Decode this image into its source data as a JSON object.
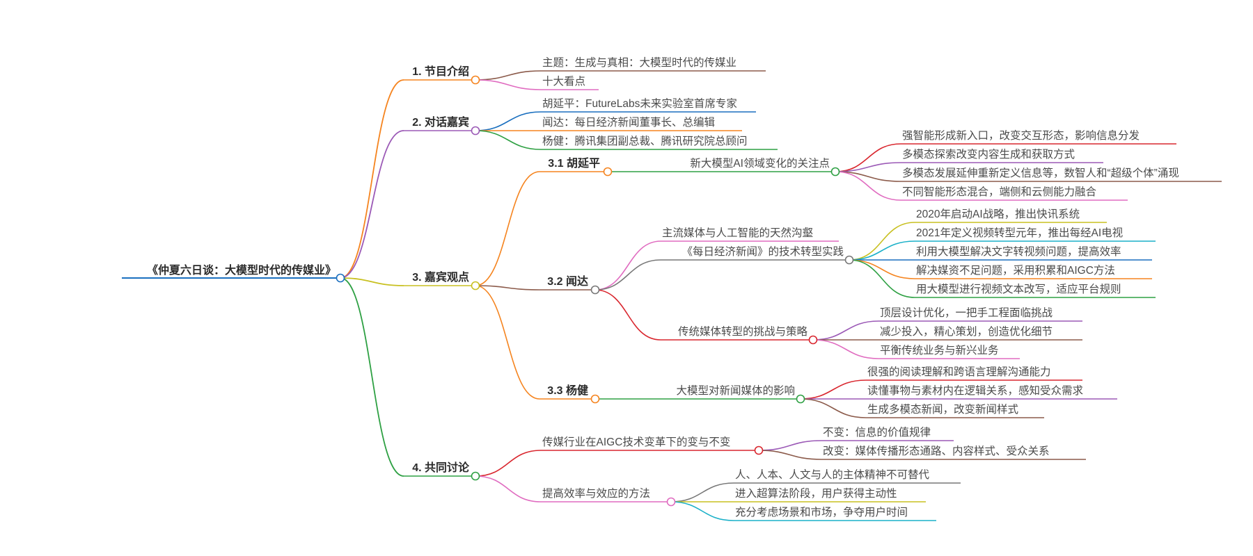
{
  "root": "《仲夏六日谈：大模型时代的传媒业》",
  "s1": {
    "title": "1. 节目介绍",
    "items": [
      "主题：生成与真相：大模型时代的传媒业",
      "十大看点"
    ]
  },
  "s2": {
    "title": "2. 对话嘉宾",
    "items": [
      "胡延平：FutureLabs未来实验室首席专家",
      "闻达：每日经济新闻董事长、总编辑",
      "杨健：腾讯集团副总裁、腾讯研究院总顾问"
    ]
  },
  "s3": {
    "title": "3. 嘉宾观点",
    "hu": {
      "title": "3.1 胡延平",
      "focus": "新大模型AI领域变化的关注点",
      "items": [
        "强智能形成新入口，改变交互形态，影响信息分发",
        "多模态探索改变内容生成和获取方式",
        "多模态发展延伸重新定义信息等，数智人和“超级个体”涌现",
        "不同智能形态混合，端侧和云侧能力融合"
      ]
    },
    "wen": {
      "title": "3.2 闻达",
      "gap": "主流媒体与人工智能的天然沟壑",
      "practice": {
        "title": "《每日经济新闻》的技术转型实践",
        "items": [
          "2020年启动AI战略，推出快讯系统",
          "2021年定义视频转型元年，推出每经AI电视",
          "利用大模型解决文字转视频问题，提高效率",
          "解决媒资不足问题，采用积累和AIGC方法",
          "用大模型进行视频文本改写，适应平台规则"
        ]
      },
      "challenge": {
        "title": "传统媒体转型的挑战与策略",
        "items": [
          "顶层设计优化，一把手工程面临挑战",
          "减少投入，精心策划，创造优化细节",
          "平衡传统业务与新兴业务"
        ]
      }
    },
    "yang": {
      "title": "3.3 杨健",
      "impact": "大模型对新闻媒体的影响",
      "items": [
        "很强的阅读理解和跨语言理解沟通能力",
        "读懂事物与素材内在逻辑关系，感知受众需求",
        "生成多模态新闻，改变新闻样式"
      ]
    }
  },
  "s4": {
    "title": "4. 共同讨论",
    "change": {
      "title": "传媒行业在AIGC技术变革下的变与不变",
      "items": [
        "不变：信息的价值规律",
        "改变：媒体传播形态通路、内容样式、受众关系"
      ]
    },
    "eff": {
      "title": "提高效率与效应的方法",
      "items": [
        "人、人本、人文与人的主体精神不可替代",
        "进入超算法阶段，用户获得主动性",
        "充分考虑场景和市场，争夺用户时间"
      ]
    }
  },
  "colors": {
    "orange": "#f5841f",
    "purple": "#9b59b6",
    "olive": "#c8c020",
    "green": "#2ea043",
    "blue": "#1a6fbf",
    "brown": "#8b5a4a",
    "pink": "#e06cc0",
    "red": "#d9262e",
    "gray": "#777777",
    "cyan": "#1ab0c8"
  }
}
